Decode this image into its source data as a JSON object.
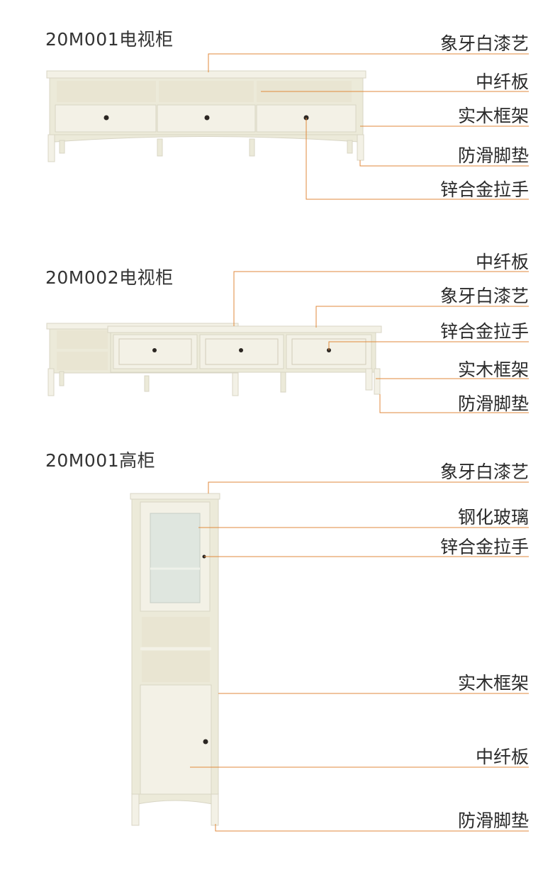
{
  "accent_color": "#e08a3c",
  "sections": [
    {
      "title": "20M001电视柜",
      "labels": [
        "象牙白漆艺",
        "中纤板",
        "实木框架",
        "防滑脚垫",
        "锌合金拉手"
      ]
    },
    {
      "title": "20M002电视柜",
      "labels": [
        "中纤板",
        "象牙白漆艺",
        "锌合金拉手",
        "实木框架",
        "防滑脚垫"
      ]
    },
    {
      "title": "20M001高柜",
      "labels": [
        "象牙白漆艺",
        "钢化玻璃",
        "锌合金拉手",
        "实木框架",
        "中纤板",
        "防滑脚垫"
      ]
    }
  ]
}
